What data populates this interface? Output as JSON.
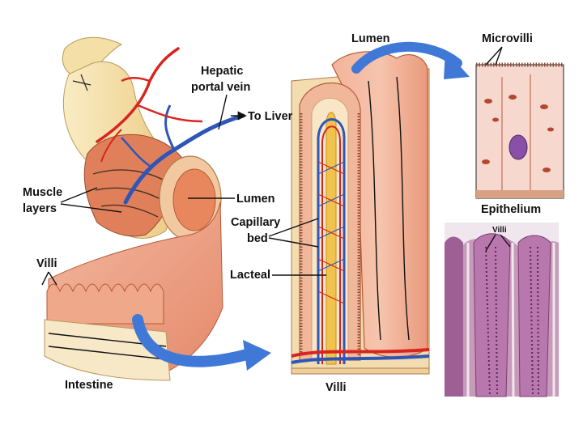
{
  "labels": {
    "hepatic_portal_vein_line1": "Hepatic",
    "hepatic_portal_vein_line2": "portal vein",
    "to_liver": "To Liver",
    "muscle_layers_line1": "Muscle",
    "muscle_layers_line2": "layers",
    "lumen_intestine": "Lumen",
    "capillary_bed_line1": "Capillary",
    "capillary_bed_line2": "bed",
    "villi_left": "Villi",
    "lacteal": "Lacteal",
    "intestine": "Intestine",
    "lumen_villus": "Lumen",
    "villi_bottom": "Villi",
    "microvilli": "Microvilli",
    "epithelium": "Epithelium",
    "villi_micrograph": "Villi"
  },
  "colors": {
    "intestine_outer": "#f4dfa6",
    "intestine_muscle": "#e0805a",
    "mucosa": "#efa98e",
    "vein_blue": "#2e56b8",
    "artery_red": "#d8241f",
    "lacteal_yellow": "#f1c24c",
    "arrow_blue": "#3f78d6",
    "micrograph_purple": "#b07aa6",
    "epithelium_bg": "#f6d8cf"
  }
}
